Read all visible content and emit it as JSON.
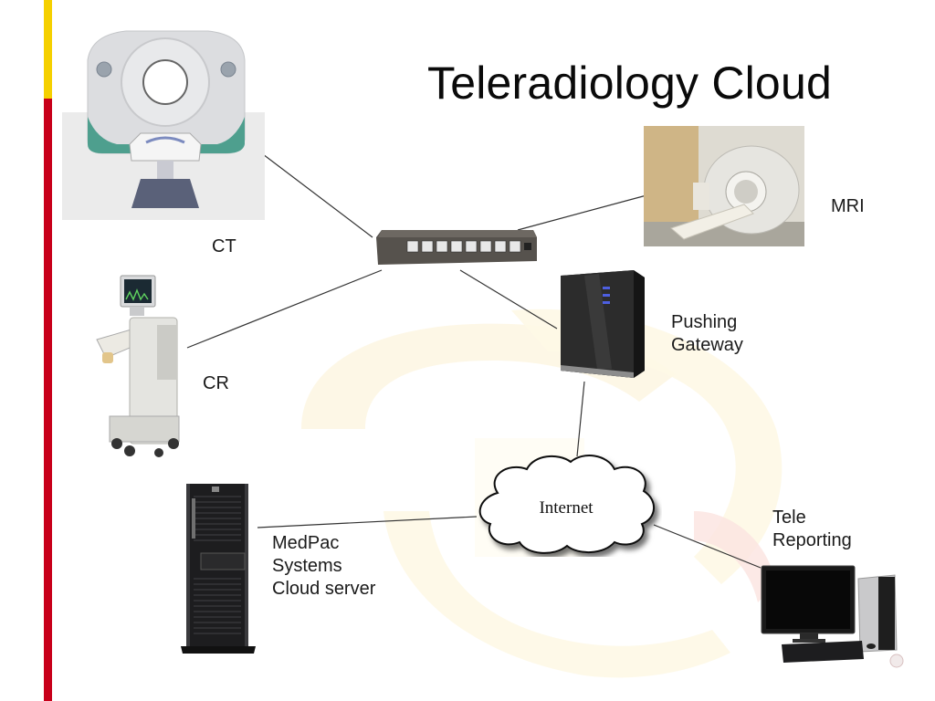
{
  "slide": {
    "title": "Teleradiology Cloud",
    "accent_colors": {
      "top": "#f5d000",
      "bottom": "#c8001a"
    }
  },
  "nodes": {
    "ct": {
      "label": "CT",
      "icon": "ct-scanner-icon"
    },
    "mri": {
      "label": "MRI",
      "icon": "mri-scanner-icon"
    },
    "cr": {
      "label": "CR",
      "icon": "ultrasound-cart-icon"
    },
    "switch": {
      "label": "",
      "icon": "network-switch-icon"
    },
    "gateway": {
      "label": "Pushing\nGateway",
      "icon": "server-tower-icon"
    },
    "internet": {
      "label": "Internet",
      "icon": "cloud-icon"
    },
    "medpac": {
      "label": "MedPac\nSystems\nCloud server",
      "icon": "rack-server-icon"
    },
    "reporting": {
      "label": "Tele\nReporting",
      "icon": "desktop-computer-icon"
    }
  },
  "connections": [
    {
      "from": "ct",
      "to": "switch"
    },
    {
      "from": "mri",
      "to": "switch"
    },
    {
      "from": "cr",
      "to": "switch"
    },
    {
      "from": "switch",
      "to": "gateway"
    },
    {
      "from": "gateway",
      "to": "internet"
    },
    {
      "from": "medpac",
      "to": "internet"
    },
    {
      "from": "internet",
      "to": "reporting"
    }
  ]
}
